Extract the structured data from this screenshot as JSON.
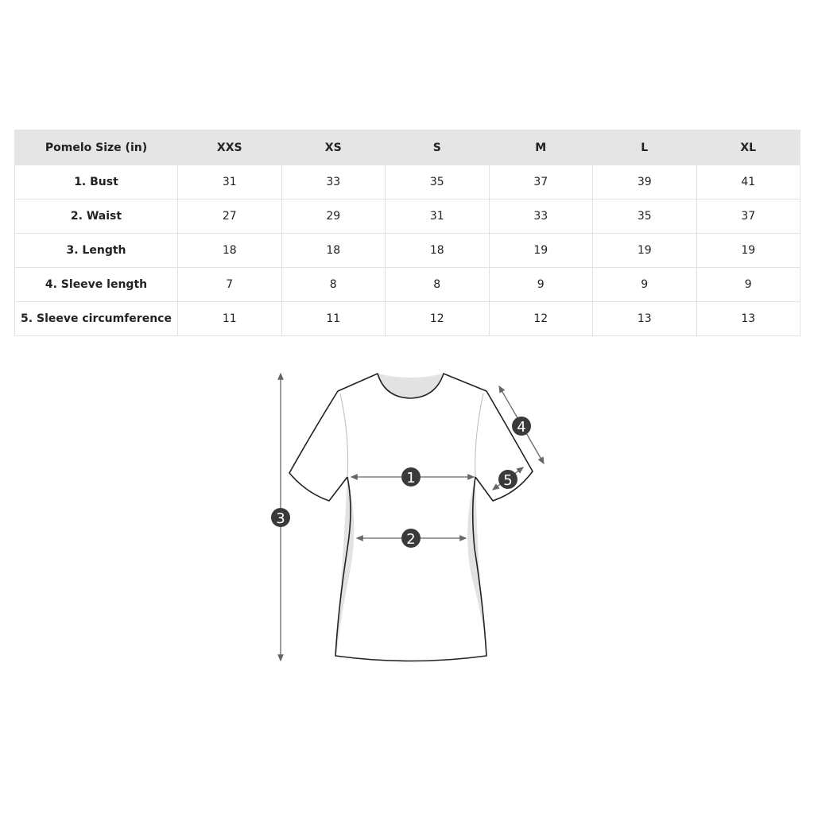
{
  "table": {
    "headers": [
      "Pomelo Size (in)",
      "XXS",
      "XS",
      "S",
      "M",
      "L",
      "XL"
    ],
    "rows": [
      {
        "label": "1. Bust",
        "values": [
          "31",
          "33",
          "35",
          "37",
          "39",
          "41"
        ]
      },
      {
        "label": "2. Waist",
        "values": [
          "27",
          "29",
          "31",
          "33",
          "35",
          "37"
        ]
      },
      {
        "label": "3. Length",
        "values": [
          "18",
          "18",
          "18",
          "19",
          "19",
          "19"
        ]
      },
      {
        "label": "4. Sleeve length",
        "values": [
          "7",
          "8",
          "8",
          "9",
          "9",
          "9"
        ]
      },
      {
        "label": "5. Sleeve circumference",
        "values": [
          "11",
          "11",
          "12",
          "12",
          "13",
          "13"
        ]
      }
    ]
  },
  "diagram": {
    "markers": [
      "1",
      "2",
      "3",
      "4",
      "5"
    ]
  }
}
